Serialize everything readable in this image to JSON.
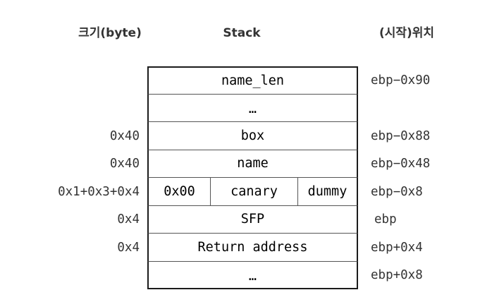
{
  "headers": {
    "size": "크기(byte)",
    "stack": "Stack",
    "location": "(시작)위치"
  },
  "colors": {
    "outer_border": "#1b1b1b",
    "inner_border": "#555555",
    "header_text": "#333333",
    "side_text": "#333333",
    "cell_text": "#000000",
    "background": "#ffffff"
  },
  "rows": [
    {
      "size": "",
      "stack": "name_len",
      "location": "ebp−0x90",
      "split": false
    },
    {
      "size": "",
      "stack": "…",
      "location": "",
      "split": false
    },
    {
      "size": "0x40",
      "stack": "box",
      "location": "ebp−0x88",
      "split": false
    },
    {
      "size": "0x40",
      "stack": "name",
      "location": "ebp−0x48",
      "split": false
    },
    {
      "size": "0x1+0x3+0x4",
      "stack_parts": [
        "0x00",
        "canary",
        "dummy"
      ],
      "location": "ebp−0x8",
      "split": true
    },
    {
      "size": "0x4",
      "stack": "SFP",
      "location": "ebp",
      "split": false
    },
    {
      "size": "0x4",
      "stack": "Return address",
      "location": "ebp+0x4",
      "split": false
    },
    {
      "size": "",
      "stack": "…",
      "location": "ebp+0x8",
      "split": false
    }
  ]
}
